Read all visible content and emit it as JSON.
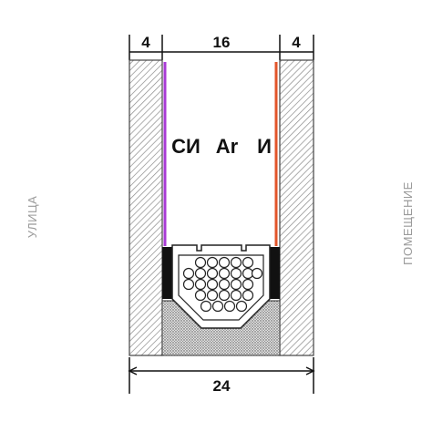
{
  "dimensions": {
    "left_glass": "4",
    "gap": "16",
    "right_glass": "4",
    "total": "24"
  },
  "labels": {
    "left_coating": "СИ",
    "gas": "Ar",
    "right_coating": "И"
  },
  "sides": {
    "outside": "УЛИЦА",
    "inside": "ПОМЕЩЕНИЕ"
  },
  "colors": {
    "left_coating": "#a93bd6",
    "right_coating": "#e2542a",
    "glass_hatch": "#7a7a7a",
    "sealant": "#111111"
  }
}
